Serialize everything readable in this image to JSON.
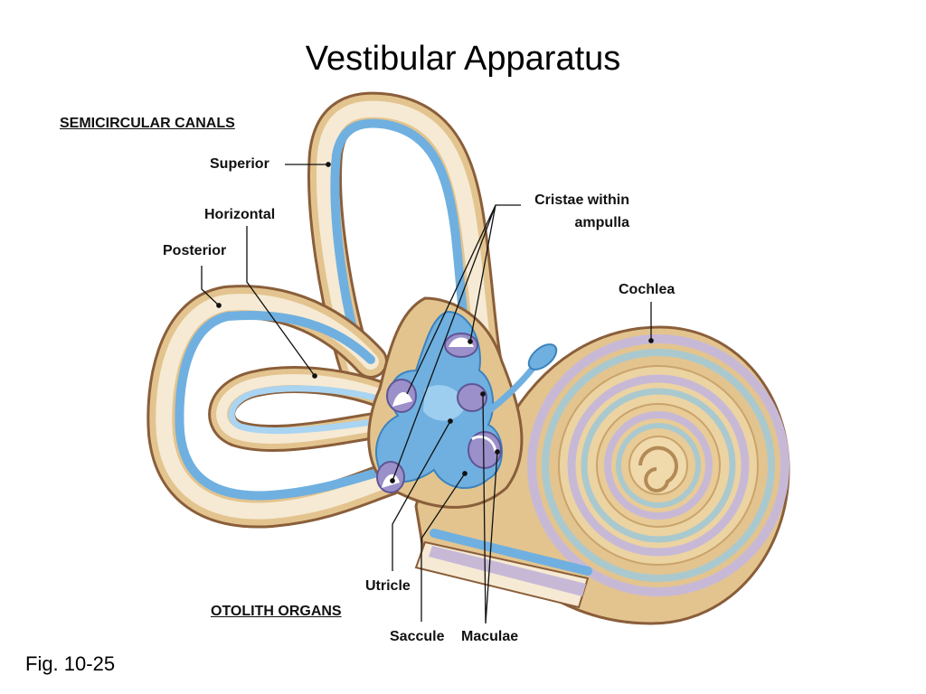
{
  "slide": {
    "title": "Vestibular Apparatus",
    "figure_ref": "Fig. 10-25"
  },
  "sections": {
    "semicircular_canals": "SEMICIRCULAR CANALS",
    "otolith_organs": "OTOLITH ORGANS"
  },
  "labels": {
    "superior": "Superior",
    "horizontal": "Horizontal",
    "posterior": "Posterior",
    "cristae_line1": "Cristae within",
    "cristae_line2": "ampulla",
    "cochlea": "Cochlea",
    "utricle": "Utricle",
    "saccule": "Saccule",
    "maculae": "Maculae"
  },
  "colors": {
    "bone_tan": "#e3c48f",
    "bone_dark": "#8a5e3a",
    "membrane_cream": "#f6ead4",
    "endolymph_blue": "#6fb0e0",
    "blue_highlight": "#a9d4f2",
    "crista_purple": "#9b90c9",
    "cochlea_lilac": "#c7b9d6",
    "cochlea_teal": "#a9c9cf"
  }
}
